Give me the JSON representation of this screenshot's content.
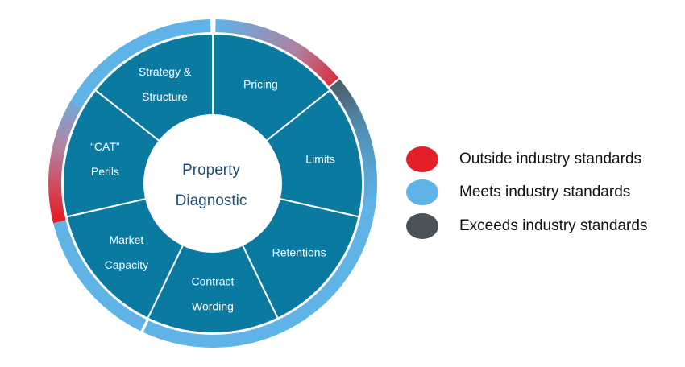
{
  "diagram": {
    "center": {
      "line1": "Property",
      "line2": "Diagnostic"
    },
    "segments": [
      {
        "id": "pricing",
        "lines": [
          "Pricing"
        ]
      },
      {
        "id": "limits",
        "lines": [
          "Limits"
        ]
      },
      {
        "id": "retentions",
        "lines": [
          "Retentions"
        ]
      },
      {
        "id": "contract-wording",
        "lines": [
          "Contract",
          "Wording"
        ]
      },
      {
        "id": "market-capacity",
        "lines": [
          "Market",
          "Capacity"
        ]
      },
      {
        "id": "cat-perils",
        "lines": [
          "“CAT”",
          "Perils"
        ]
      },
      {
        "id": "strategy-structure",
        "lines": [
          "Strategy &",
          "Structure"
        ]
      }
    ],
    "colors": {
      "segment_fill": "#0b7aa0",
      "segment_border": "#ffffff",
      "center_fill": "#ffffff",
      "center_text": "#1f4e79",
      "outside": "#e3202a",
      "meets": "#5fb3e6",
      "exceeds": "#4b5258"
    }
  },
  "legend": {
    "items": [
      {
        "label": "Outside industry standards",
        "color": "#e3202a"
      },
      {
        "label": "Meets industry standards",
        "color": "#5fb3e6"
      },
      {
        "label": "Exceeds industry standards",
        "color": "#4b5258"
      }
    ]
  }
}
